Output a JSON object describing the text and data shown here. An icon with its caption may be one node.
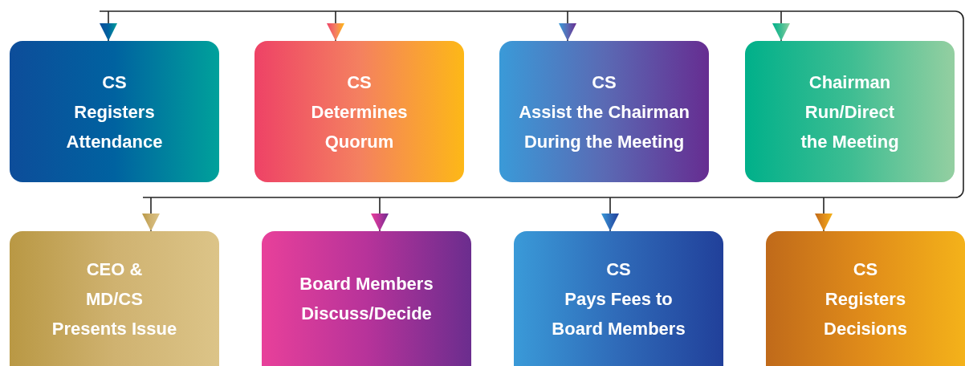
{
  "diagram": {
    "nodes": [
      {
        "text": [
          "CS Registers Attendance"
        ]
      },
      {
        "text": [
          "CS Determines Quorum"
        ]
      },
      {
        "text": [
          "CS Assist the Chairman During the Meeting"
        ]
      },
      {
        "text": [
          "Chairman Run/Direct the Meeting"
        ]
      },
      {
        "text": [
          "CEO & MD/CS Presents Issue"
        ]
      },
      {
        "text": [
          "Board Members Discuss/Decide"
        ]
      },
      {
        "text": [
          "CS Pays Fees to Board Members"
        ]
      },
      {
        "text": [
          "CS Registers Decisions"
        ]
      }
    ],
    "edges": [
      {
        "from": null,
        "to": 0,
        "arrow": "to"
      },
      {
        "from": null,
        "to": 1,
        "arrow": "to"
      },
      {
        "from": null,
        "to": 2,
        "arrow": "to"
      },
      {
        "from": null,
        "to": 3,
        "arrow": "to"
      },
      {
        "from": null,
        "to": 4,
        "arrow": "to"
      },
      {
        "from": null,
        "to": 5,
        "arrow": "to"
      },
      {
        "from": null,
        "to": 6,
        "arrow": "to"
      },
      {
        "from": null,
        "to": 7,
        "arrow": "to"
      }
    ]
  }
}
